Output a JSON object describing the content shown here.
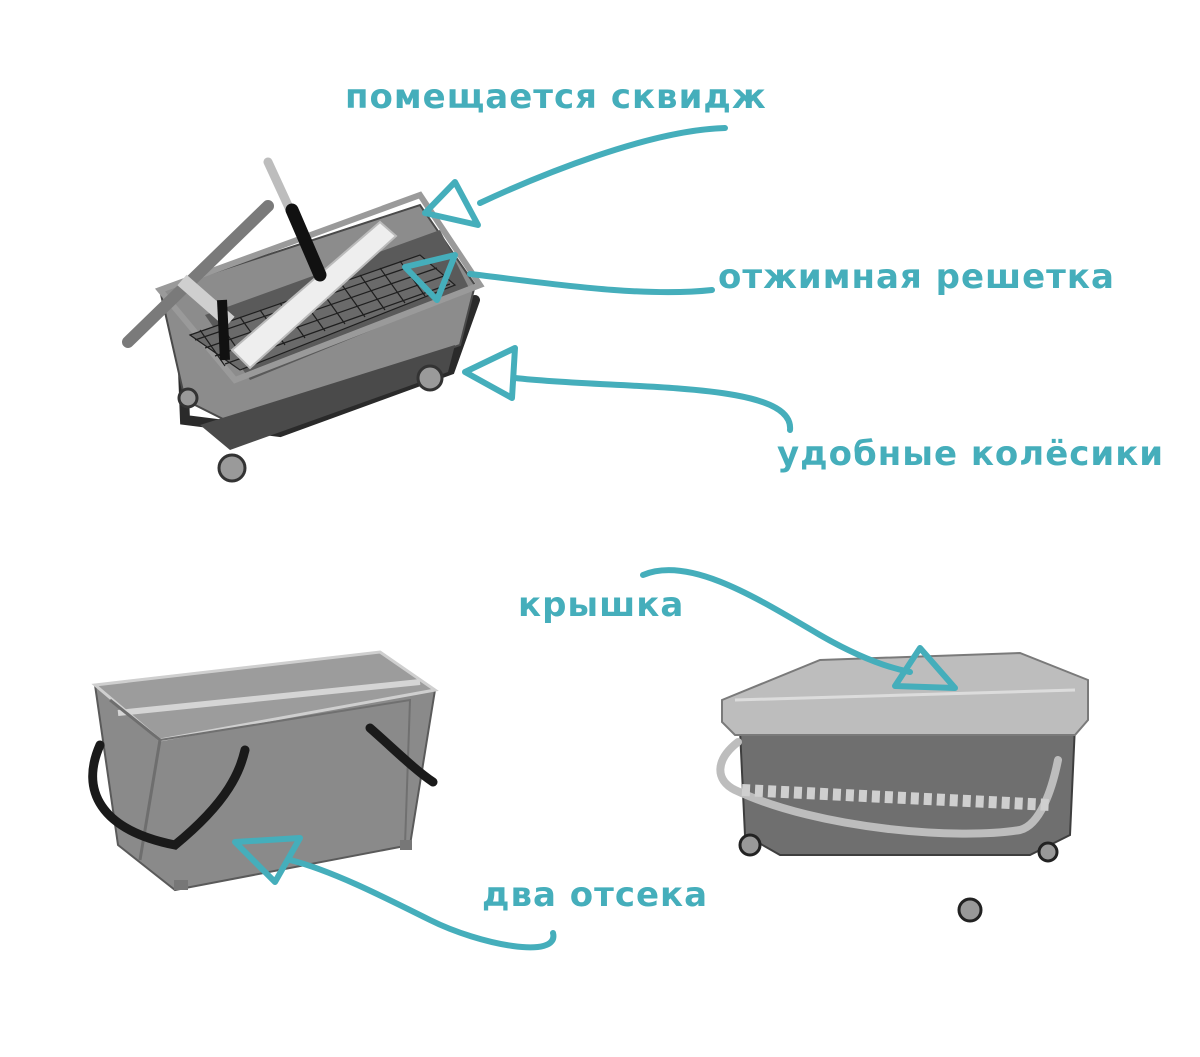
{
  "labels": {
    "squeegee": "помещается сквидж",
    "wringer": "отжимная решетка",
    "wheels": "удобные колёсики",
    "lid": "крышка",
    "compartments": "два отсека"
  },
  "colors": {
    "accent": "#45aebb",
    "bucket": "#8a8a8a",
    "handle": "#2b2b2b"
  }
}
